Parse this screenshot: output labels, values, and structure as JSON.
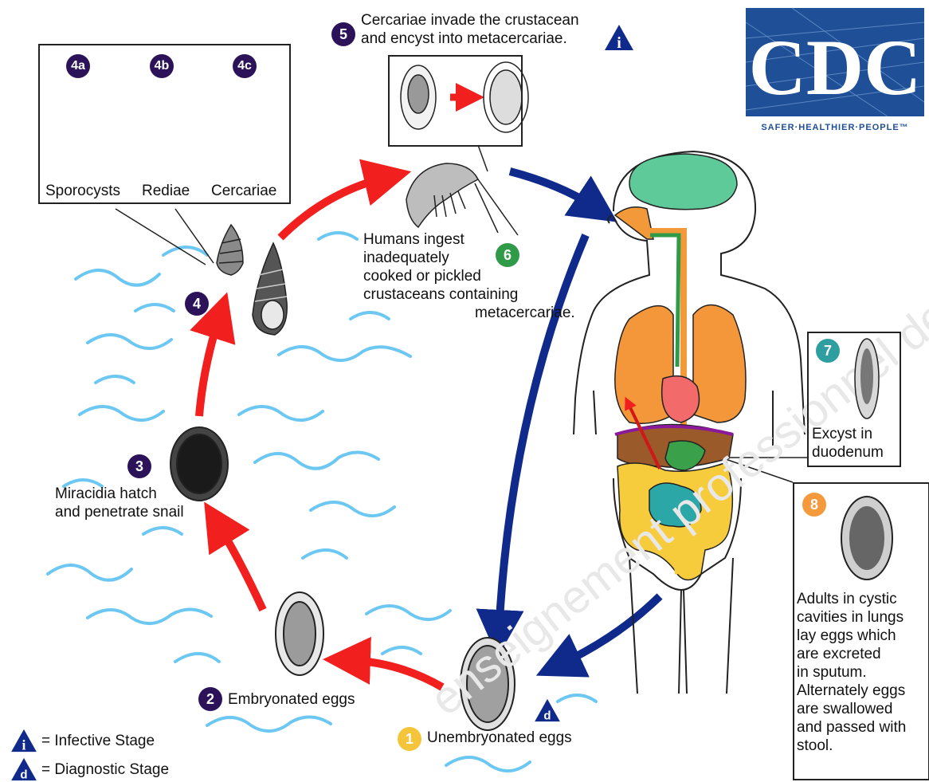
{
  "colors": {
    "lifecycle_red": "#f21f1f",
    "human_navy": "#102a8c",
    "water_blue": "#6cc7f2",
    "stage_purple": "#2b1259",
    "stage_green": "#2f9a48",
    "stage_teal": "#2e9ea0",
    "stage_orange": "#f59a3c",
    "stage_yellow": "#f4c53a",
    "cdc_blue": "#1f4f96"
  },
  "logo": {
    "text": "CDC",
    "tagline": "SAFER·HEALTHIER·PEOPLE™"
  },
  "stages": {
    "s1": {
      "num": "1",
      "label": "Unembryonated eggs",
      "icon": "diagnostic-stage-icon"
    },
    "s2": {
      "num": "2",
      "label": "Embryonated eggs"
    },
    "s3": {
      "num": "3",
      "label_line1": "Miracidia hatch",
      "label_line2": "and penetrate snail"
    },
    "s4": {
      "num": "4"
    },
    "s4a": {
      "num": "4a",
      "label": "Sporocysts"
    },
    "s4b": {
      "num": "4b",
      "label": "Rediae"
    },
    "s4c": {
      "num": "4c",
      "label": "Cercariae"
    },
    "s5": {
      "num": "5",
      "label_line1": "Cercariae invade the crustacean",
      "label_line2": "and encyst into metacercariae.",
      "icon": "infective-stage-icon"
    },
    "s6": {
      "num": "6",
      "lines": [
        "Humans ingest",
        "inadequately",
        "cooked or pickled",
        "crustaceans containing",
        "metacercariae."
      ]
    },
    "s7": {
      "num": "7",
      "label_line1": "Excyst in",
      "label_line2": "duodenum"
    },
    "s8": {
      "num": "8",
      "lines": [
        "Adults in cystic",
        "cavities in lungs",
        "lay eggs which",
        "are excreted",
        "in sputum.",
        "Alternately eggs",
        "are swallowed",
        "and passed with",
        "stool."
      ]
    }
  },
  "legend": {
    "infective": {
      "letter": "i",
      "label": "= Infective Stage"
    },
    "diagnostic": {
      "letter": "d",
      "label": "= Diagnostic Stage"
    }
  },
  "watermark": "enseignement professionnel de l'enseignement professionnel"
}
